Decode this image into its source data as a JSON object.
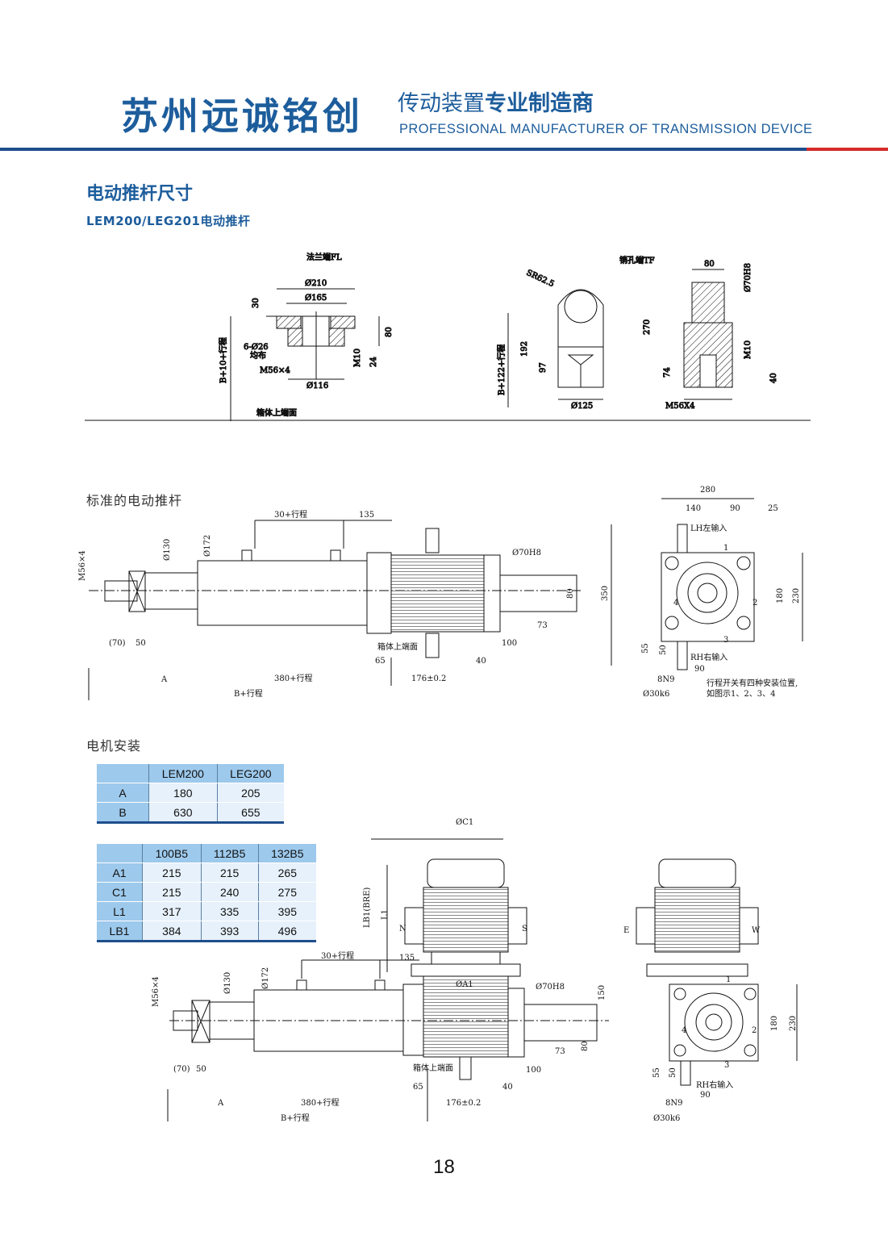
{
  "header": {
    "brand": "苏州远诚铭创",
    "tagline_cn_normal": "传动装置",
    "tagline_cn_bold": "专业制造商",
    "tagline_en": "PROFESSIONAL MANUFACTURER OF TRANSMISSION DEVICE"
  },
  "section": {
    "title": "电动推杆尺寸",
    "subtitle": "LEM200/LEG201电动推杆"
  },
  "diagram_top": {
    "flange_title": "法兰端FL",
    "flange_labels": {
      "d210": "Ø210",
      "d165": "Ø165",
      "dim30": "30",
      "holes": "6-Ø26",
      "uniform": "均布",
      "thread": "M56×4",
      "m10": "M10",
      "dim24": "24",
      "dim80": "80",
      "d116": "Ø116",
      "b10": "B+10+行程",
      "box_top": "箱体上端面"
    },
    "pin_title": "销孔端TF",
    "pin_labels": {
      "sr": "SR62.5",
      "dim192": "192",
      "dim97": "97",
      "d125": "Ø125",
      "b122": "B+122+行程",
      "dim80": "80",
      "d70": "Ø70H8",
      "dim270": "270",
      "m10": "M10",
      "dim74": "74",
      "dim40": "40",
      "thread": "M56X4"
    }
  },
  "standard": {
    "heading": "标准的电动推杆",
    "labels": {
      "stroke30": "30+行程",
      "dim135": "135",
      "d130": "Ø130",
      "d172": "Ø172",
      "thread": "M56×4",
      "d70": "Ø70H8",
      "dim80": "80",
      "dim73": "73",
      "dim100": "100",
      "dim70": "(70)",
      "dim50": "50",
      "box_top": "箱体上端面",
      "dim65": "65",
      "dim40": "40",
      "a": "A",
      "stroke380": "380+行程",
      "tol": "176±0.2",
      "bstroke": "B+行程"
    },
    "side": {
      "dim280": "280",
      "dim140": "140",
      "dim90": "90",
      "dim25": "25",
      "lh": "LH左输入",
      "rh": "RH右输入",
      "dim350": "350",
      "dim180": "180",
      "dim230": "230",
      "dim55": "55",
      "dim50": "50",
      "dim90b": "90",
      "n8n9": "8N9",
      "d30": "Ø30k6",
      "n1": "1",
      "n2": "2",
      "n3": "3",
      "n4": "4",
      "note1": "行程开关有四种安装位置,",
      "note2": "如图示1、2、3、4"
    }
  },
  "motor": {
    "heading": "电机安装",
    "table_ab": {
      "headers": [
        "",
        "LEM200",
        "LEG200"
      ],
      "rows": [
        [
          "A",
          "180",
          "205"
        ],
        [
          "B",
          "630",
          "655"
        ]
      ]
    },
    "table_b5": {
      "headers": [
        "",
        "100B5",
        "112B5",
        "132B5"
      ],
      "rows": [
        [
          "A1",
          "215",
          "215",
          "265"
        ],
        [
          "C1",
          "215",
          "240",
          "275"
        ],
        [
          "L1",
          "317",
          "335",
          "395"
        ],
        [
          "LB1",
          "384",
          "393",
          "496"
        ]
      ]
    },
    "labels": {
      "c1": "ØC1",
      "lb1": "LB1(BRE)",
      "l1": "L1",
      "n": "N",
      "s": "S",
      "a1": "ØA1",
      "stroke30": "30+行程",
      "dim135": "135",
      "d130": "Ø130",
      "d172": "Ø172",
      "thread": "M56×4",
      "d70": "Ø70H8",
      "dim150": "150",
      "dim73": "73",
      "dim80": "80",
      "dim100": "100",
      "dim70": "(70)",
      "dim50": "50",
      "box_top": "箱体上端面",
      "dim65": "65",
      "dim40": "40",
      "a": "A",
      "stroke380": "380+行程",
      "tol": "176±0.2",
      "bstroke": "B+行程"
    },
    "side": {
      "e": "E",
      "w": "W",
      "dim180": "180",
      "dim230": "230",
      "dim55": "55",
      "dim50": "50",
      "rh": "RH右输入",
      "dim90": "90",
      "n8n9": "8N9",
      "d30": "Ø30k6",
      "n1": "1",
      "n2": "2",
      "n3": "3",
      "n4": "4"
    }
  },
  "page_number": "18"
}
